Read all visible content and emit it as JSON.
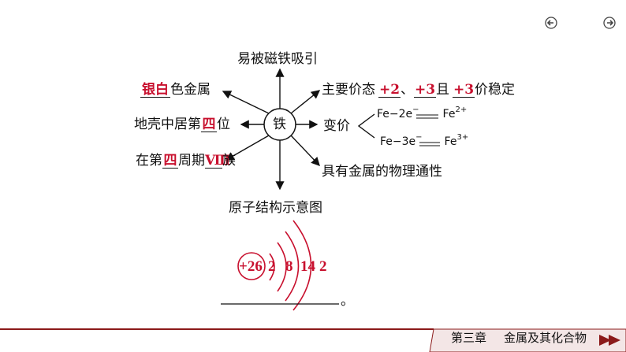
{
  "nav": {
    "prev_icon": "arrow-left-icon",
    "next_icon": "arrow-right-icon"
  },
  "center": {
    "label": "铁"
  },
  "top": {
    "label": "易被磁铁吸引"
  },
  "left_upper": {
    "answer": "银白",
    "suffix": "色金属"
  },
  "left_middle": {
    "prefix": "地壳中居第",
    "answer": "四",
    "suffix": "位"
  },
  "left_lower": {
    "prefix": "在第",
    "answer1": "四",
    "mid": "周期",
    "answer2": "Ⅷ",
    "suffix": "族"
  },
  "right_upper": {
    "prefix": "主要价态",
    "answer1": "+2",
    "sep": "、",
    "answer2": "+3",
    "mid": "且",
    "answer3": "+3",
    "suffix": "价稳定"
  },
  "right_middle": {
    "label": "变价",
    "eq1": {
      "left": "Fe−2e",
      "minus": "−",
      "right": "Fe",
      "charge": "2+"
    },
    "eq2": {
      "left": "Fe−3e",
      "minus": "−",
      "right": "Fe",
      "charge": "3+"
    }
  },
  "right_lower": {
    "label": "具有金属的物理通性"
  },
  "bottom": {
    "label": "原子结构示意图"
  },
  "atom": {
    "nucleus": "+26",
    "shells": [
      "2",
      "8",
      "14",
      "2"
    ]
  },
  "answer_tail": "。",
  "footer": {
    "chapter": "第三章",
    "title": "金属及其化合物"
  },
  "colors": {
    "accent": "#c8102e",
    "footer": "#8b1a1a"
  }
}
